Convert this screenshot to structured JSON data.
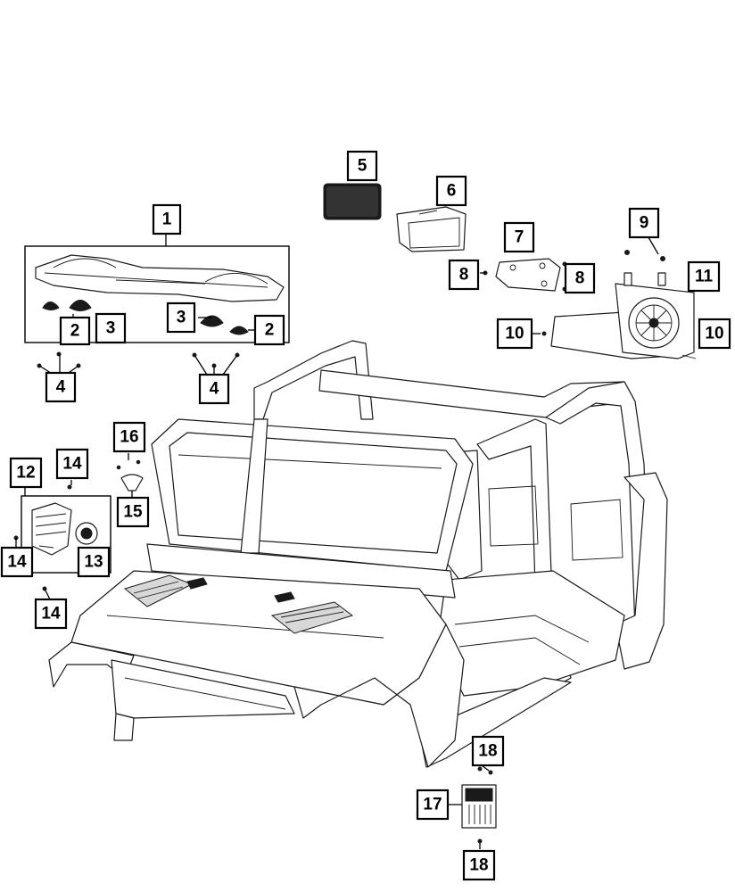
{
  "callouts": {
    "c1": "1",
    "c2a": "2",
    "c2b": "2",
    "c3a": "3",
    "c3b": "3",
    "c4a": "4",
    "c4b": "4",
    "c5": "5",
    "c6": "6",
    "c7": "7",
    "c8a": "8",
    "c8b": "8",
    "c9": "9",
    "c10a": "10",
    "c10b": "10",
    "c11": "11",
    "c12": "12",
    "c13": "13",
    "c14a": "14",
    "c14b": "14",
    "c14c": "14",
    "c15": "15",
    "c16": "16",
    "c17": "17",
    "c18a": "18",
    "c18b": "18"
  },
  "colors": {
    "line": "#1a1a1a",
    "background": "#ffffff"
  }
}
